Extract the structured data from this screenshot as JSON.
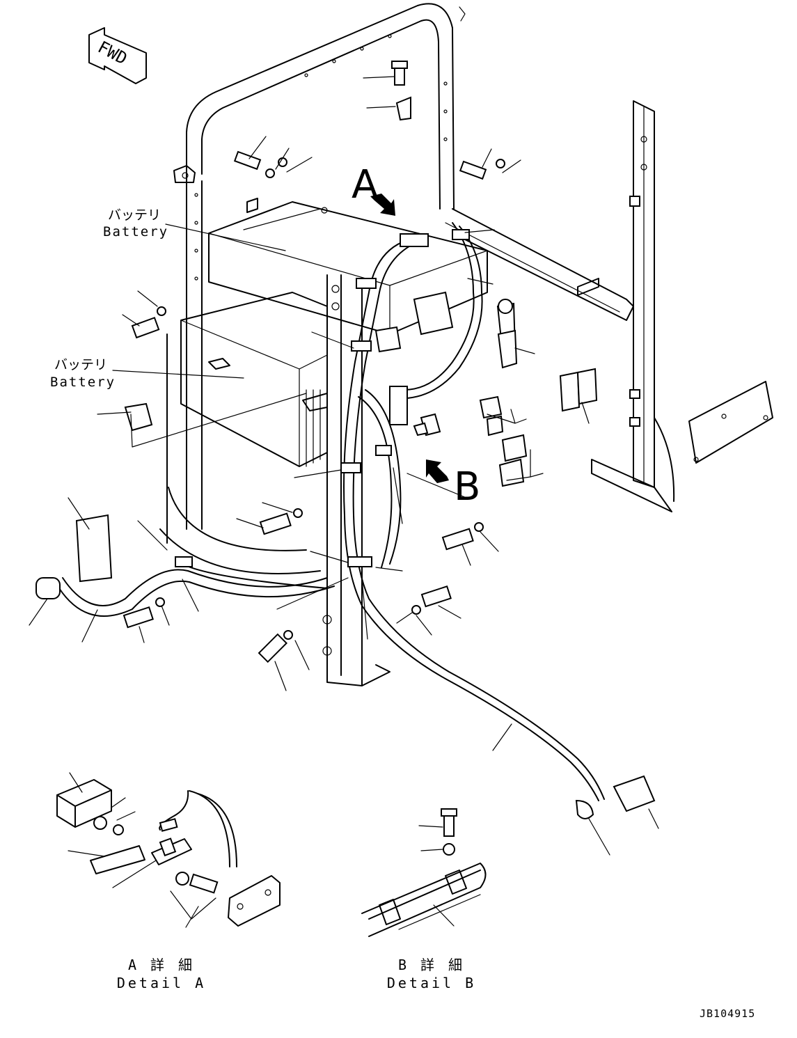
{
  "labels": {
    "battery_upper": {
      "jp": "バッテリ",
      "en": "Battery"
    },
    "battery_lower": {
      "jp": "バッテリ",
      "en": "Battery"
    },
    "view_a": "A",
    "view_b": "B",
    "fwd": "FWD",
    "detail_a": {
      "jp": "A 詳 細",
      "en": "Detail A"
    },
    "detail_b": {
      "jp": "B 詳 細",
      "en": "Detail B"
    },
    "drawing_code": "JB104915"
  },
  "colors": {
    "ink": "#000000",
    "paper": "#ffffff"
  },
  "icons": [
    "fwd-arrow-icon",
    "view-arrow-icon"
  ]
}
